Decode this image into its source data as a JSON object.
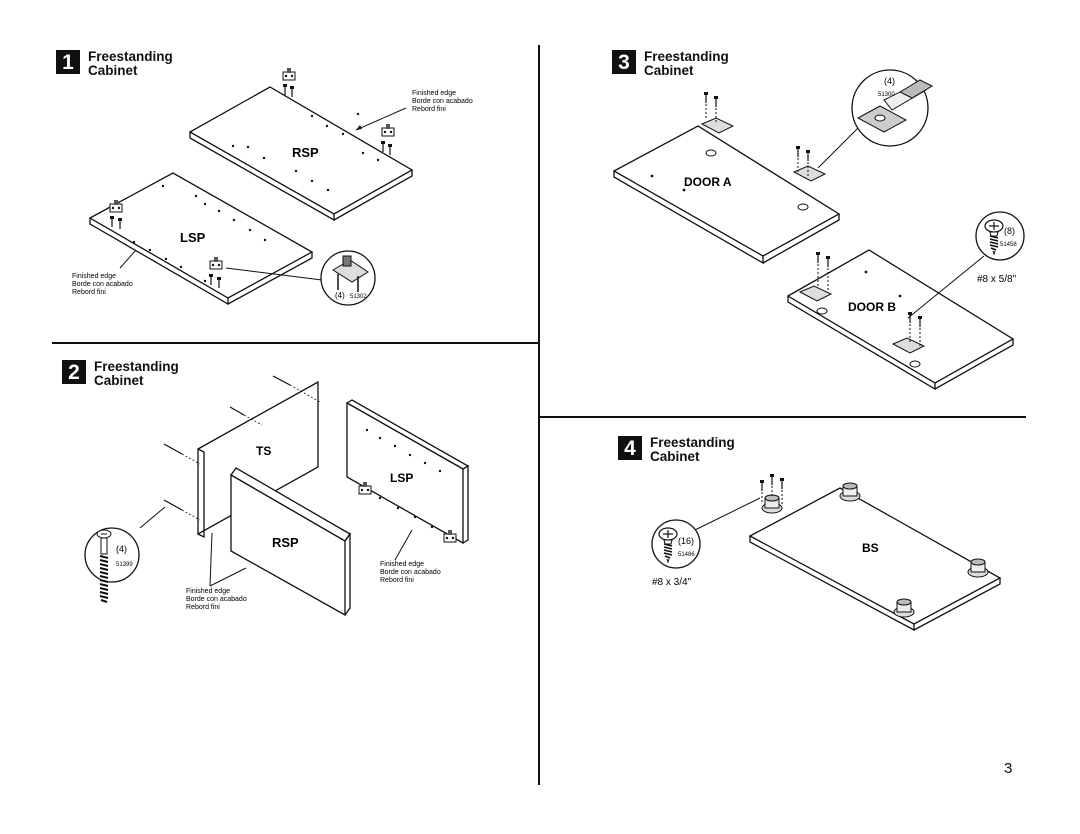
{
  "steps": [
    {
      "number": "1",
      "title_line1": "Freestanding",
      "title_line2": "Cabinet"
    },
    {
      "number": "2",
      "title_line1": "Freestanding",
      "title_line2": "Cabinet"
    },
    {
      "number": "3",
      "title_line1": "Freestanding",
      "title_line2": "Cabinet"
    },
    {
      "number": "4",
      "title_line1": "Freestanding",
      "title_line2": "Cabinet"
    }
  ],
  "panels": {
    "rsp": "RSP",
    "lsp": "LSP",
    "ts": "TS",
    "door_a": "DOOR A",
    "door_b": "DOOR B",
    "bs": "BS"
  },
  "finished_edge": [
    "Finished edge",
    "Borde con acabado",
    "Rebord fini"
  ],
  "parts": {
    "cam_lock": {
      "qty": "(4)",
      "code": "51302"
    },
    "dowel_screw": {
      "qty": "(4)",
      "code": "51399"
    },
    "hinge": {
      "qty": "(4)",
      "code": "51300"
    },
    "screw_58": {
      "qty": "(8)",
      "code": "51458",
      "size": "#8 x 5/8\""
    },
    "screw_34": {
      "qty": "(16)",
      "code": "51486",
      "size": "#8 x 3/4\""
    }
  },
  "page_number": "3"
}
